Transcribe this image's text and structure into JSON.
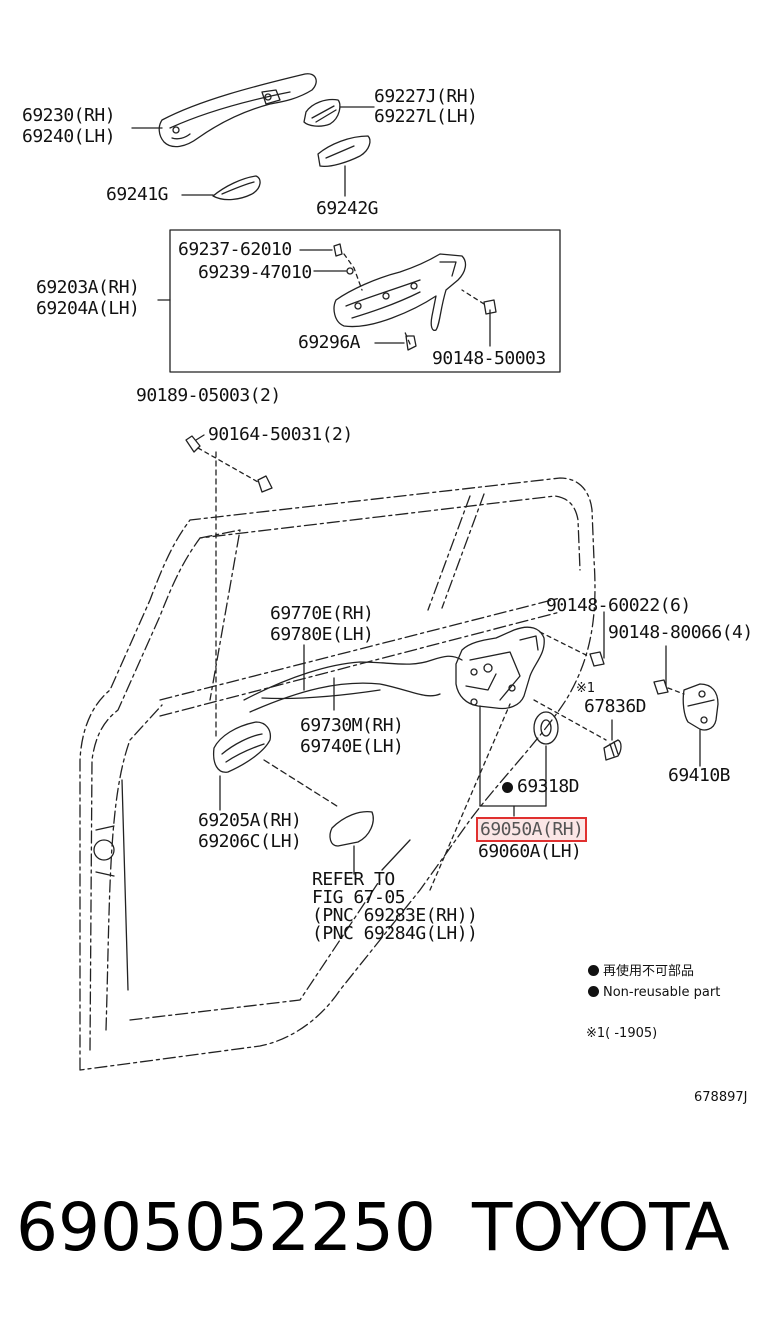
{
  "labels": {
    "handle_rh": "69230(RH)",
    "handle_lh": "69240(LH)",
    "cover_rh": "69227J(RH)",
    "cover_lh": "69227L(LH)",
    "pad_g1": "69241G",
    "pad_g2": "69242G",
    "screw_a": "69237-62010",
    "screw_b": "69239-47010",
    "frame_rh": "69203A(RH)",
    "frame_lh": "69204A(LH)",
    "bolt_a": "69296A",
    "bolt_b": "90148-50003",
    "clip_a": "90189-05003(2)",
    "clip_b": "90164-50031(2)",
    "cable_rh": "69770E(RH)",
    "cable_lh": "69780E(LH)",
    "screw_c": "90148-60022(6)",
    "screw_d": "90148-80066(4)",
    "note_mark": "※1",
    "part_67836": "67836D",
    "rod_rh": "69730M(RH)",
    "rod_lh": "69740E(LH)",
    "striker": "69410B",
    "seal": "69318D",
    "inside_rh": "69205A(RH)",
    "inside_lh": "69206C(LH)",
    "lock_rh": "69050A(RH)",
    "lock_lh": "69060A(LH)",
    "refer_1": "REFER TO",
    "refer_2": "FIG 67-05",
    "refer_3": "(PNC 69283E(RH))",
    "refer_4": "(PNC 69284G(LH))"
  },
  "legend": {
    "jp": "再使用不可部品",
    "en": "Non-reusable part",
    "note": "※1(      -1905)"
  },
  "fig_id": "678897J",
  "footer": {
    "part_number": "6905052250",
    "brand": "TOYOTA"
  },
  "colors": {
    "ink": "#111111",
    "highlight": "#e0302f"
  }
}
